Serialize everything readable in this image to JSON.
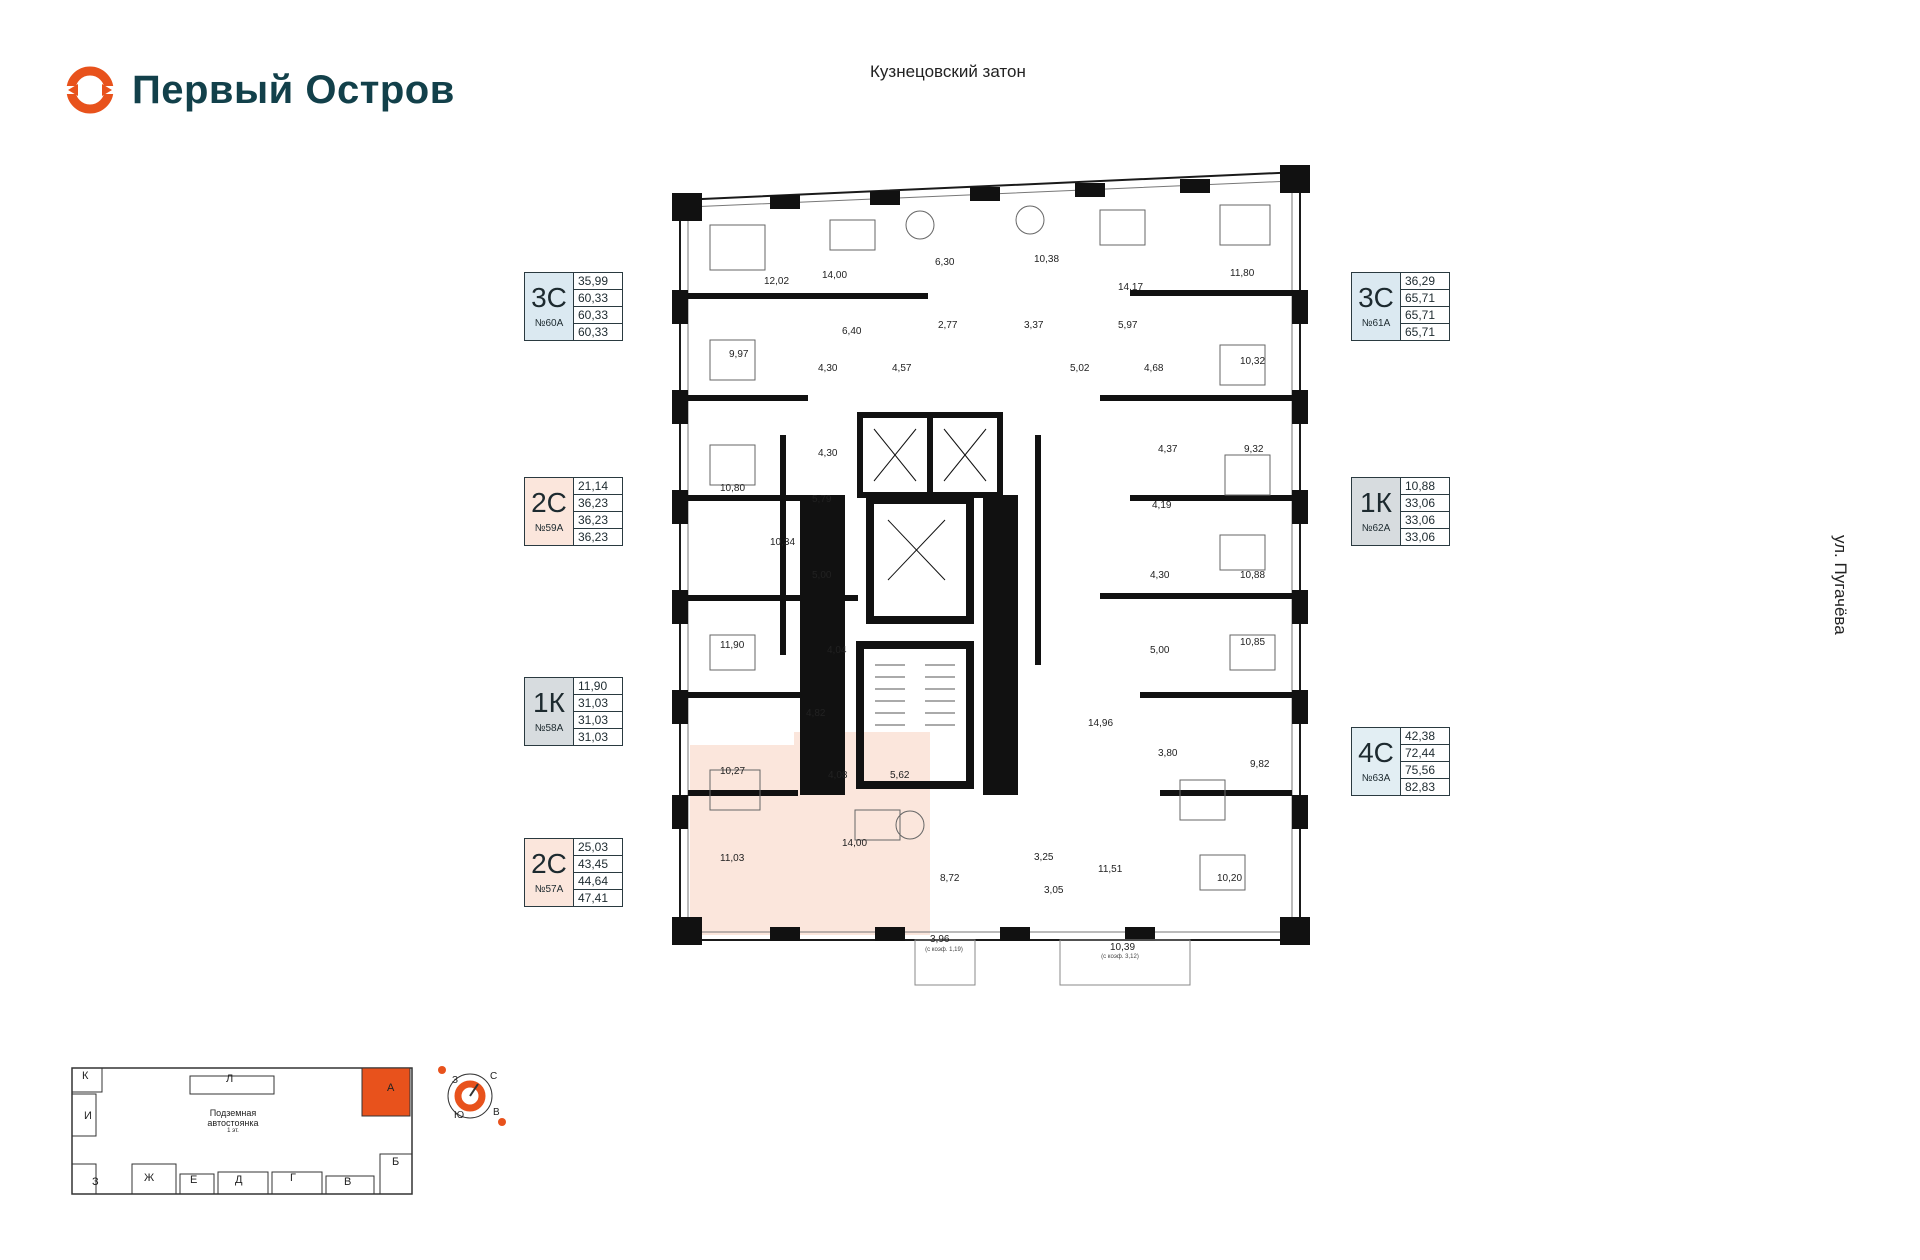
{
  "brand": {
    "name": "Первый Остров",
    "logo_icon": "island-ring-logo",
    "accent": "#e8521c"
  },
  "river_label": "Кузнецовский затон",
  "street_label": "ул. Пугачёва",
  "apartments": [
    {
      "id": "60A",
      "code": "3С",
      "number": "№60А",
      "areas": [
        "35,99",
        "60,33",
        "60,33",
        "60,33"
      ],
      "color": "#dbe9f1"
    },
    {
      "id": "59A",
      "code": "2С",
      "number": "№59А",
      "areas": [
        "21,14",
        "36,23",
        "36,23",
        "36,23"
      ],
      "color": "#fbe6dc"
    },
    {
      "id": "58A",
      "code": "1К",
      "number": "№58А",
      "areas": [
        "11,90",
        "31,03",
        "31,03",
        "31,03"
      ],
      "color": "#d7dcdf"
    },
    {
      "id": "57A",
      "code": "2С",
      "number": "№57А",
      "areas": [
        "25,03",
        "43,45",
        "44,64",
        "47,41"
      ],
      "color": "#fbe6dc"
    },
    {
      "id": "61A",
      "code": "3С",
      "number": "№61А",
      "areas": [
        "36,29",
        "65,71",
        "65,71",
        "65,71"
      ],
      "color": "#dbe9f1"
    },
    {
      "id": "62A",
      "code": "1К",
      "number": "№62А",
      "areas": [
        "10,88",
        "33,06",
        "33,06",
        "33,06"
      ],
      "color": "#d7dcdf"
    },
    {
      "id": "63A",
      "code": "4С",
      "number": "№63А",
      "areas": [
        "42,38",
        "72,44",
        "75,56",
        "82,83"
      ],
      "color": "#e2eef3"
    }
  ],
  "rooms": [
    "12,02",
    "14,00",
    "6,30",
    "10,38",
    "14,17",
    "11,80",
    "6,40",
    "2,77",
    "3,37",
    "5,97",
    "9,97",
    "4,30",
    "4,57",
    "5,02",
    "4,68",
    "10,32",
    "4,30",
    "4,37",
    "9,32",
    "10,80",
    "5,79",
    "4,19",
    "10,34",
    "5,00",
    "4,30",
    "10,88",
    "11,90",
    "4,04",
    "5,00",
    "10,85",
    "4,82",
    "14,96",
    "10,27",
    "4,08",
    "5,62",
    "3,80",
    "9,82",
    "14,00",
    "3,25",
    "11,51",
    "10,20",
    "11,03",
    "8,72",
    "3,05",
    "3,96",
    "10,39"
  ],
  "balcony_notes": [
    "(с коэф. 1,19)",
    "(с коэф. 3,12)"
  ],
  "site_plan": {
    "buildings": [
      "К",
      "Л",
      "А",
      "И",
      "З",
      "Ж",
      "Е",
      "Д",
      "Г",
      "В",
      "Б"
    ],
    "parking": [
      "Подземная",
      "автостоянка",
      "1 эт."
    ]
  },
  "compass": {
    "letters": [
      "З",
      "С",
      "Ю",
      "В"
    ]
  }
}
